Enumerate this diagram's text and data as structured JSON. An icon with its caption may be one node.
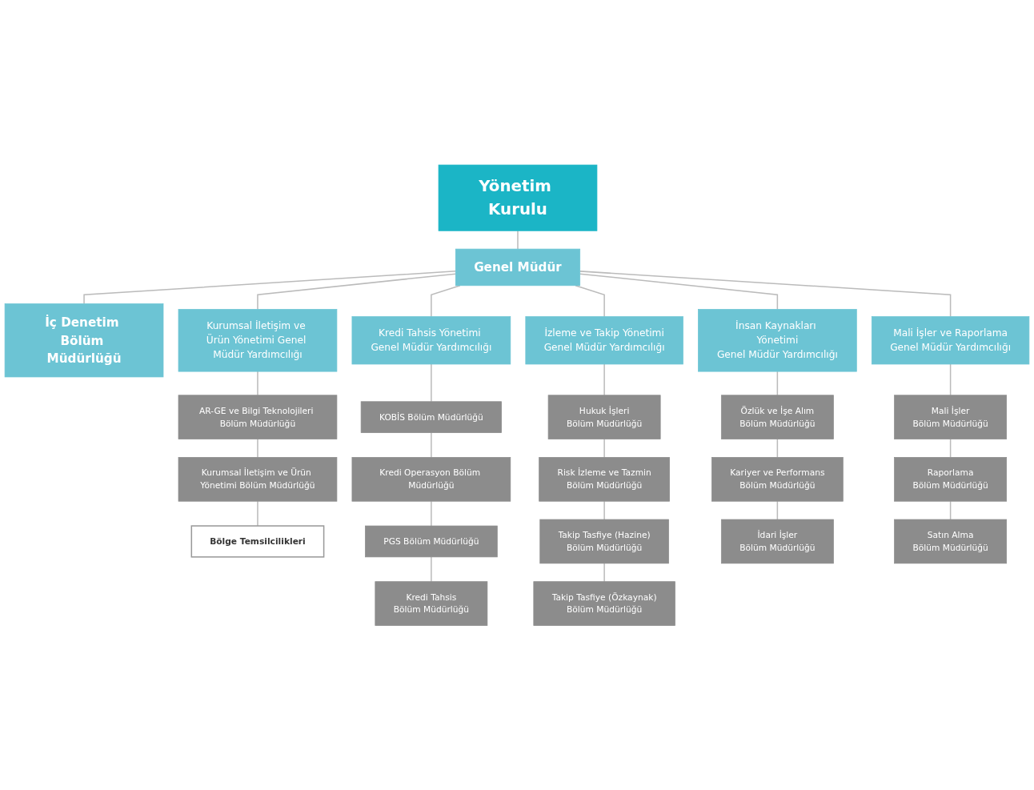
{
  "diagram": {
    "nodes": [
      {
        "text": [
          "Yönetim Kurulu"
        ]
      },
      {
        "text": [
          "Genel Müdür"
        ]
      },
      {
        "text": [
          "İç Denetim Bölüm Müdürlüğü"
        ]
      },
      {
        "text": [
          "Kurumsal İletişim ve Ürün Yönetimi Genel Müdür Yardımcılığı"
        ]
      },
      {
        "text": [
          "Kredi Tahsis Yönetimi Genel Müdür Yardımcılığı"
        ]
      },
      {
        "text": [
          "İzleme ve Takip Yönetimi",
          "Genel Müdür Yardımcılığı"
        ]
      },
      {
        "text": [
          "İnsan Kaynakları Yönetimi",
          "Genel Müdür Yardımcılığı"
        ]
      },
      {
        "text": [
          "Mali İşler ve Raporlama",
          "Genel Müdür Yardımcılığı"
        ]
      },
      {
        "text": [
          "AR-GE ve Bilgi Teknolojileri Bölüm Müdürlüğü"
        ]
      },
      {
        "text": [
          "Kurumsal İletişim ve Ürün Yönetimi Bölüm Müdürlüğü"
        ]
      },
      {
        "text": [
          "Bölge Temsilcilikleri"
        ]
      },
      {
        "text": [
          "KOBİS Bölüm Müdürlüğü"
        ]
      },
      {
        "text": [
          "Kredi Operasyon Bölüm Müdürlüğü"
        ]
      },
      {
        "text": [
          "PGS Bölüm Müdürlüğü"
        ]
      },
      {
        "text": [
          "Kredi Tahsis",
          "Bölüm Müdürlüğü"
        ]
      },
      {
        "text": [
          "Hukuk İşleri",
          "Bölüm Müdürlüğü"
        ]
      },
      {
        "text": [
          "Risk İzleme ve Tazmin",
          "Bölüm Müdürlüğü"
        ]
      },
      {
        "text": [
          "Takip Tasfiye (Hazine)",
          "Bölüm Müdürlüğü"
        ]
      },
      {
        "text": [
          "Takip Tasfiye (Özkaynak)",
          "Bölüm Müdürlüğü"
        ]
      },
      {
        "text": [
          "Özlük ve İşe Alım",
          "Bölüm Müdürlüğü"
        ]
      },
      {
        "text": [
          "Kariyer ve Performans",
          "Bölüm Müdürlüğü"
        ]
      },
      {
        "text": [
          "İdari İşler",
          "Bölüm Müdürlüğü"
        ]
      },
      {
        "text": [
          "Mali İşler",
          "Bölüm Müdürlüğü"
        ]
      },
      {
        "text": [
          "Raporlama",
          "Bölüm Müdürlüğü"
        ]
      },
      {
        "text": [
          "Satın Alma",
          "Bölüm Müdürlüğü"
        ]
      }
    ],
    "edges": [
      {
        "from": 0,
        "to": 1,
        "arrow": "none"
      },
      {
        "from": 1,
        "to": 2,
        "arrow": "none"
      },
      {
        "from": 1,
        "to": 3,
        "arrow": "none"
      },
      {
        "from": 1,
        "to": 4,
        "arrow": "none"
      },
      {
        "from": 1,
        "to": 5,
        "arrow": "none"
      },
      {
        "from": 1,
        "to": 6,
        "arrow": "none"
      },
      {
        "from": 1,
        "to": 7,
        "arrow": "none"
      },
      {
        "from": 3,
        "to": 8,
        "arrow": "none"
      },
      {
        "from": 8,
        "to": 9,
        "arrow": "none"
      },
      {
        "from": 9,
        "to": 10,
        "arrow": "none"
      },
      {
        "from": 4,
        "to": 11,
        "arrow": "none"
      },
      {
        "from": 11,
        "to": 12,
        "arrow": "none"
      },
      {
        "from": 12,
        "to": 13,
        "arrow": "none"
      },
      {
        "from": 13,
        "to": 14,
        "arrow": "none"
      },
      {
        "from": 5,
        "to": 15,
        "arrow": "none"
      },
      {
        "from": 15,
        "to": 16,
        "arrow": "none"
      },
      {
        "from": 16,
        "to": 17,
        "arrow": "none"
      },
      {
        "from": 17,
        "to": 18,
        "arrow": "none"
      },
      {
        "from": 6,
        "to": 19,
        "arrow": "none"
      },
      {
        "from": 19,
        "to": 20,
        "arrow": "none"
      },
      {
        "from": 20,
        "to": 21,
        "arrow": "none"
      },
      {
        "from": 7,
        "to": 22,
        "arrow": "none"
      },
      {
        "from": 22,
        "to": 23,
        "arrow": "none"
      },
      {
        "from": 23,
        "to": 24,
        "arrow": "none"
      }
    ]
  }
}
